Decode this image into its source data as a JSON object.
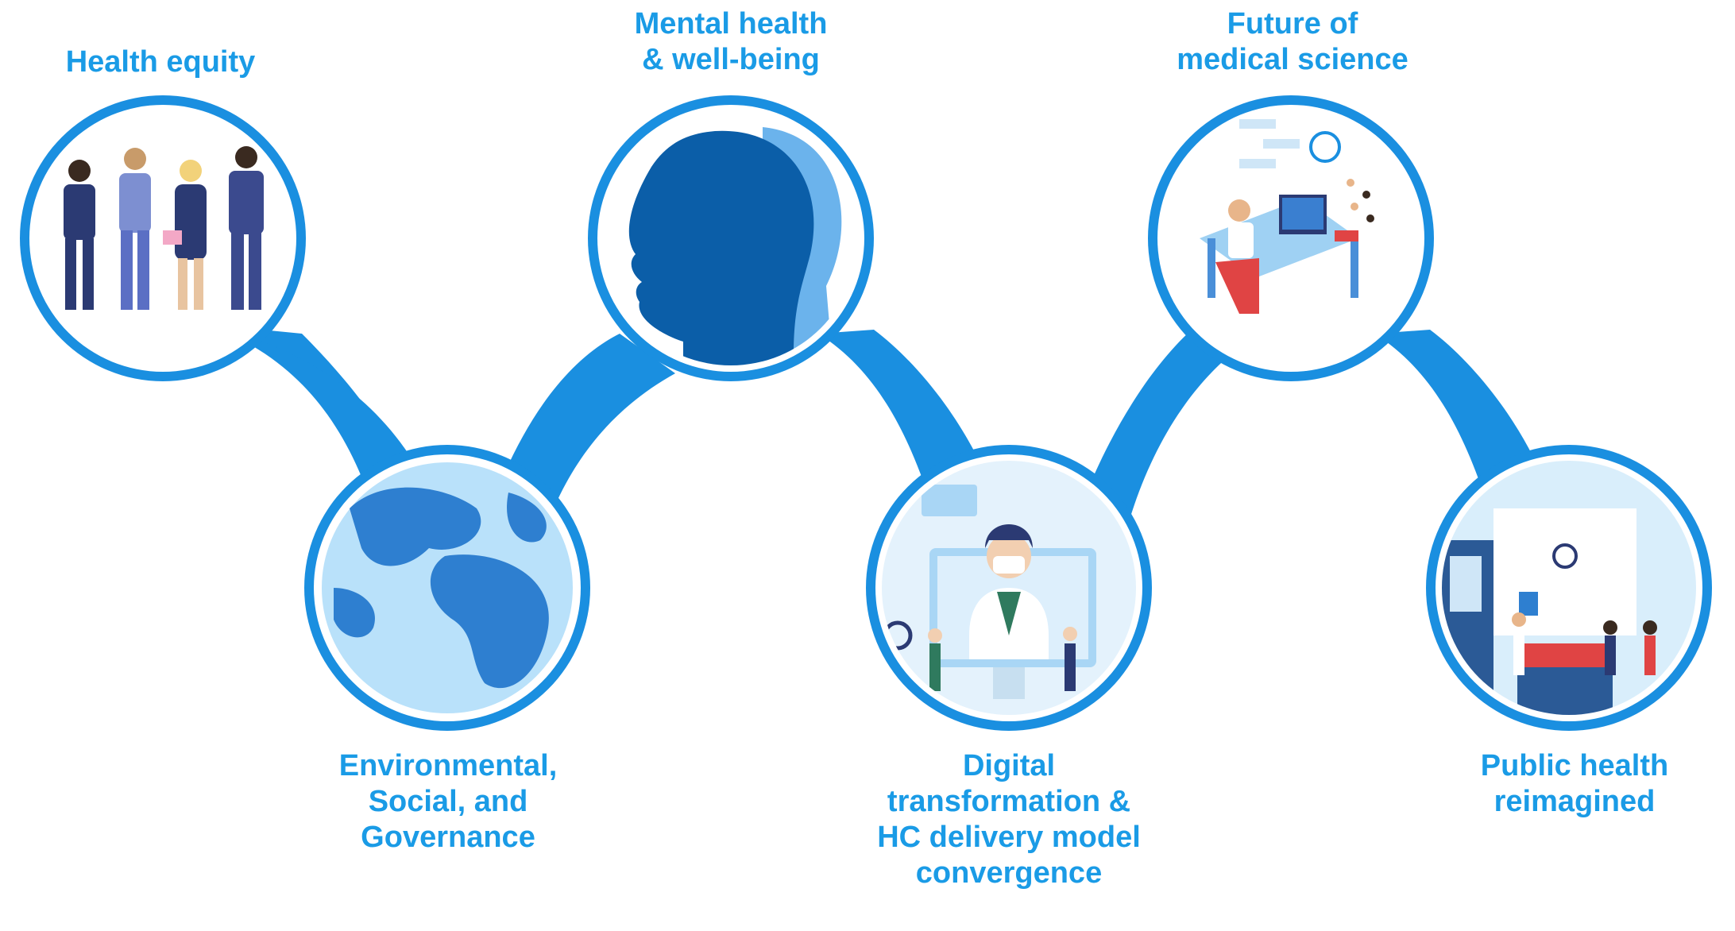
{
  "colors": {
    "accent": "#1a9be6",
    "connector": "#1a8fe0",
    "ring": "#1a8fe0",
    "dark_blue": "#0b5ea8",
    "light_blue": "#8fd0f6",
    "navy": "#2b3a73"
  },
  "topics": [
    {
      "id": "health-equity",
      "label_lines": [
        "Health equity"
      ],
      "illustration": "people-group-icon"
    },
    {
      "id": "esg",
      "label_lines": [
        "Environmental,",
        "Social, and",
        "Governance"
      ],
      "illustration": "globe-icon"
    },
    {
      "id": "mental-health",
      "label_lines": [
        "Mental health",
        "& well-being"
      ],
      "illustration": "head-profile-icon"
    },
    {
      "id": "digital",
      "label_lines": [
        "Digital",
        "transformation &",
        "HC delivery model",
        "convergence"
      ],
      "illustration": "telemedicine-doctor-icon"
    },
    {
      "id": "future-science",
      "label_lines": [
        "Future of",
        "medical science"
      ],
      "illustration": "scientist-workstation-icon"
    },
    {
      "id": "public-health",
      "label_lines": [
        "Public health",
        "reimagined"
      ],
      "illustration": "clinic-reception-icon"
    }
  ]
}
